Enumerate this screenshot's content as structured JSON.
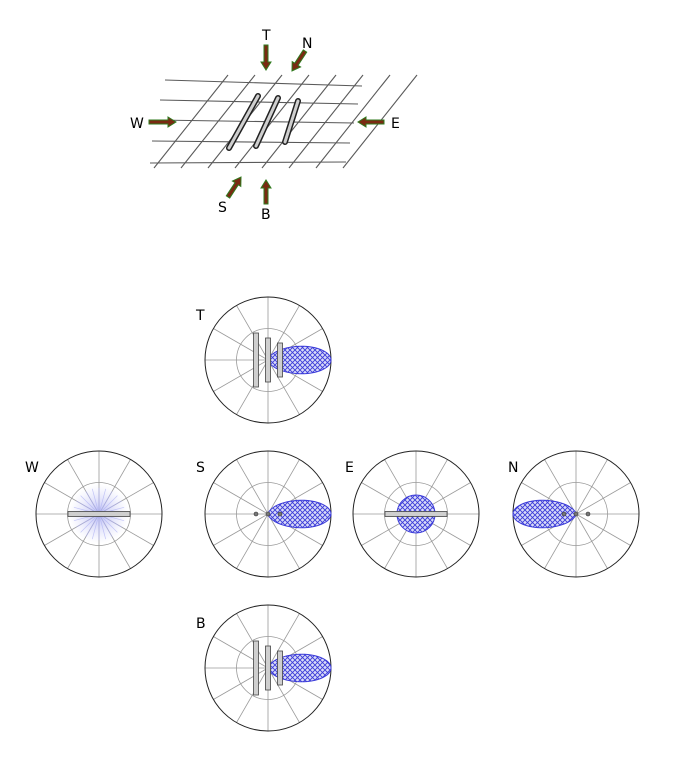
{
  "colors": {
    "arrow_body": "#7a2a12",
    "arrow_outline": "#2f7a1e",
    "pattern_fill": "#3b3bd9",
    "grid": "#5a5a5a",
    "polar_outer": "#222222",
    "polar_inner": "#9a9a9a",
    "element_fill": "#cfcfcf"
  },
  "direction_arrows": [
    {
      "label": "T",
      "role": "top-arrow"
    },
    {
      "label": "N",
      "role": "north-arrow"
    },
    {
      "label": "W",
      "role": "west-arrow"
    },
    {
      "label": "E",
      "role": "east-arrow"
    },
    {
      "label": "S",
      "role": "south-arrow"
    },
    {
      "label": "B",
      "role": "bottom-arrow"
    }
  ],
  "views": [
    {
      "label": "T",
      "elements": "vertical-bars",
      "lobe": "right"
    },
    {
      "label": "W",
      "elements": "horizontal-bar",
      "lobe": "faint-burst"
    },
    {
      "label": "S",
      "elements": "dots",
      "lobe": "right"
    },
    {
      "label": "E",
      "elements": "horizontal-bar",
      "lobe": "circle"
    },
    {
      "label": "N",
      "elements": "dots",
      "lobe": "left"
    },
    {
      "label": "B",
      "elements": "vertical-bars",
      "lobe": "right"
    }
  ]
}
